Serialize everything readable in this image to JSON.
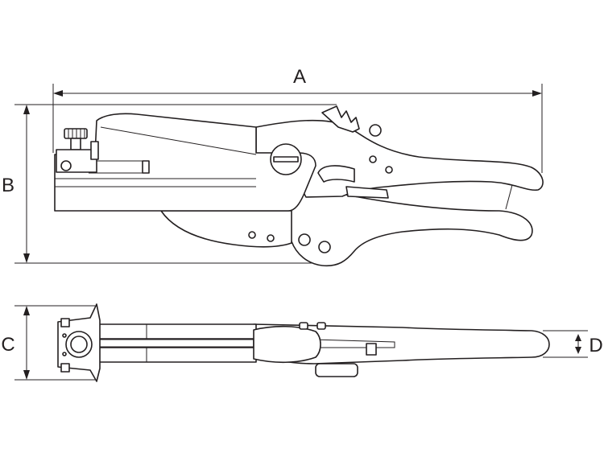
{
  "dimensions": {
    "a": "A",
    "b": "B",
    "c": "C",
    "d": "D"
  },
  "colors": {
    "line": "#231f20",
    "background": "#ffffff"
  }
}
